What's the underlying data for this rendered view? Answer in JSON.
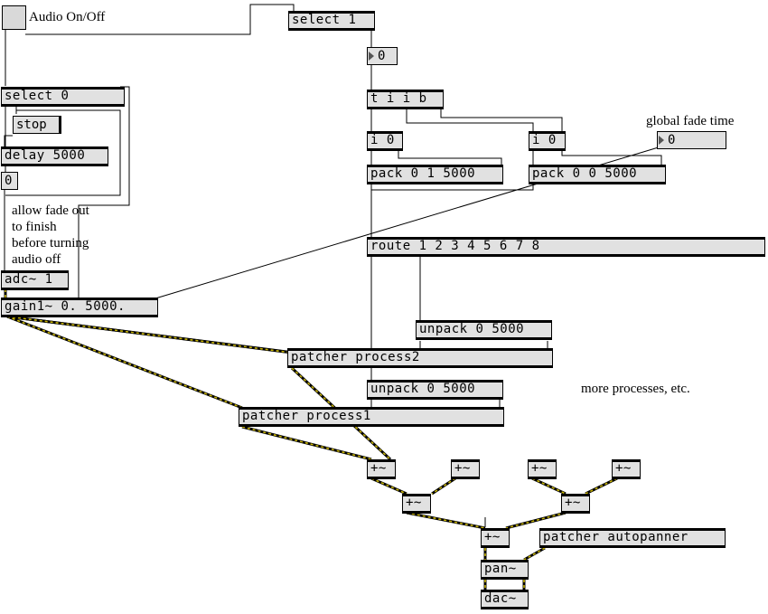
{
  "toggle": {
    "label": "Audio On/Off"
  },
  "objects": {
    "select1": "select 1",
    "select0": "select 0",
    "delay": "delay 5000",
    "tiib": "t i i b",
    "i0a": "i 0",
    "i0b": "i 0",
    "pack1": "pack 0 1 5000",
    "pack2": "pack 0 0 5000",
    "route": "route 1 2 3 4 5 6 7 8",
    "adc": "adc~ 1",
    "gain": "gain1~ 0. 5000.",
    "unpack2": "unpack 0 5000",
    "process2": "patcher process2",
    "unpack1": "unpack 0 5000",
    "process1": "patcher process1",
    "plus1": "+~",
    "plus2": "+~",
    "plus3": "+~",
    "plus4": "+~",
    "plus5": "+~",
    "plus6": "+~",
    "plus7": "+~",
    "autopanner": "patcher autopanner",
    "pan": "pan~",
    "dac": "dac~"
  },
  "messages": {
    "stop": "stop"
  },
  "numbers": {
    "num_select": "0",
    "num_delay": "0",
    "num_fade": "0"
  },
  "comments": {
    "fade_time": "global fade time",
    "allow_fade": "allow fade out\nto finish\nbefore turning\naudio off",
    "more": "more processes, etc."
  },
  "colors": {
    "audio_wire": "#c8b400",
    "control_wire": "#000000",
    "box_fill": "#e1e1e1"
  }
}
